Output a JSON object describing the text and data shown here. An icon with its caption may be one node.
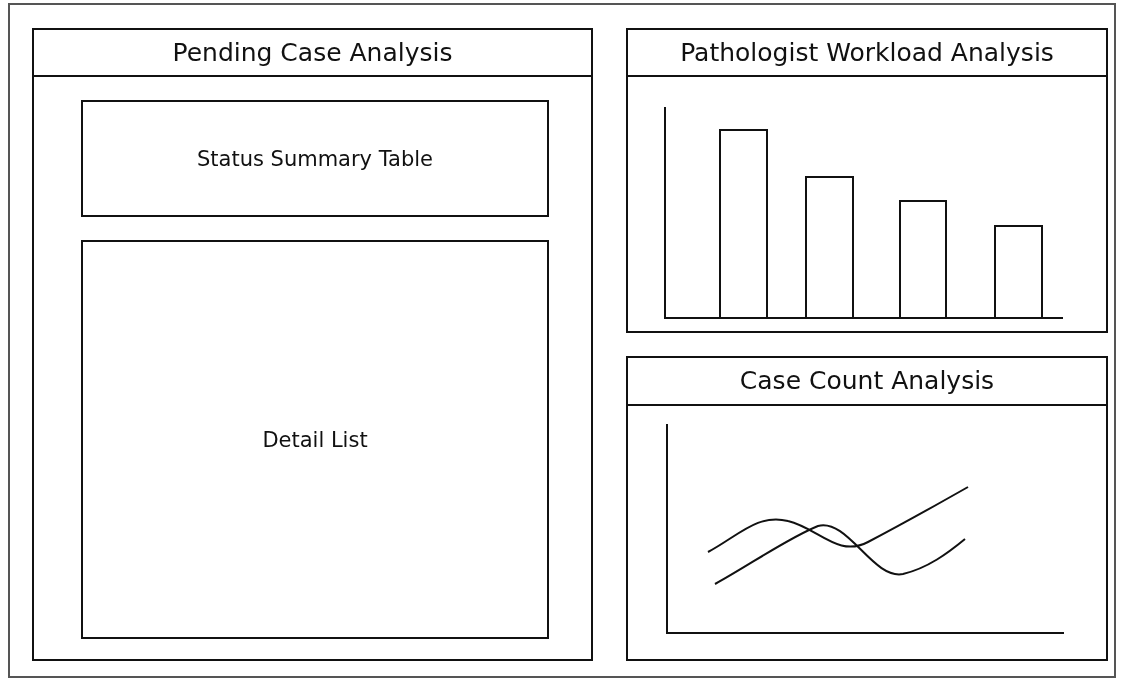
{
  "diagram": {
    "nodes": [
      {
        "text": [
          "Pending Case Analysis"
        ]
      },
      {
        "text": [
          "Status Summary Table"
        ],
        "in": 0
      },
      {
        "text": [
          "Detail List"
        ],
        "in": 0
      },
      {
        "text": [
          "Pathologist Workload Analysis"
        ]
      },
      {
        "text": [
          "Case Count Analysis"
        ]
      }
    ]
  }
}
